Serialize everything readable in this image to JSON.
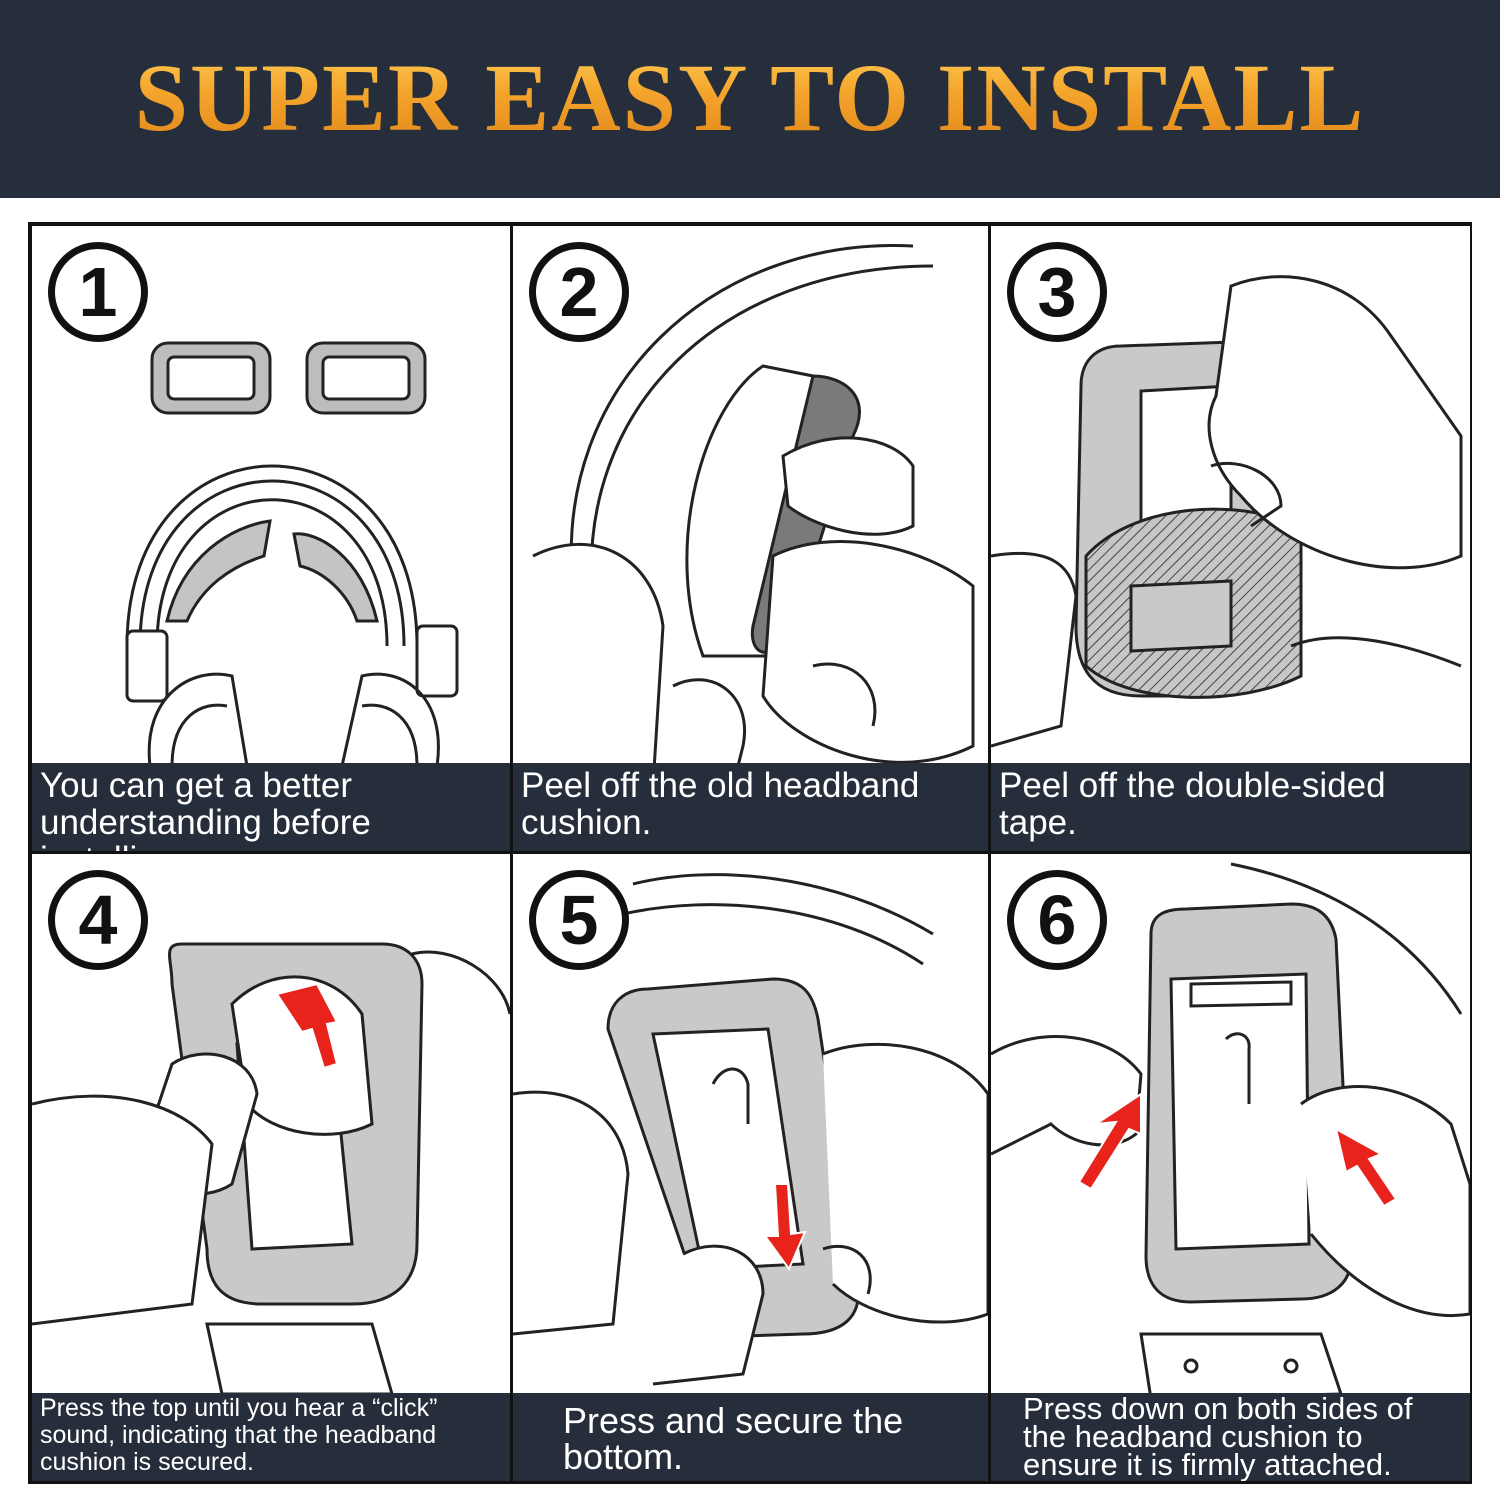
{
  "banner": {
    "title": "SUPER EASY TO INSTALL"
  },
  "steps": [
    {
      "number": "1",
      "caption": "You can get a better understanding before installing."
    },
    {
      "number": "2",
      "caption": "Peel off the old headband cushion."
    },
    {
      "number": "3",
      "caption": "Peel off the double-sided tape."
    },
    {
      "number": "4",
      "caption": "Press the top until you hear a “click” sound, indicating that the headband cushion is secured."
    },
    {
      "number": "5",
      "caption": "Press and secure the bottom."
    },
    {
      "number": "6",
      "caption": "Press down on both sides of the headband cushion to ensure it is firmly attached."
    }
  ],
  "colors": {
    "banner_bg": "#262d3b",
    "title": "#f4a52c",
    "arrow": "#e8231c",
    "cushion": "#c9c9c9"
  }
}
